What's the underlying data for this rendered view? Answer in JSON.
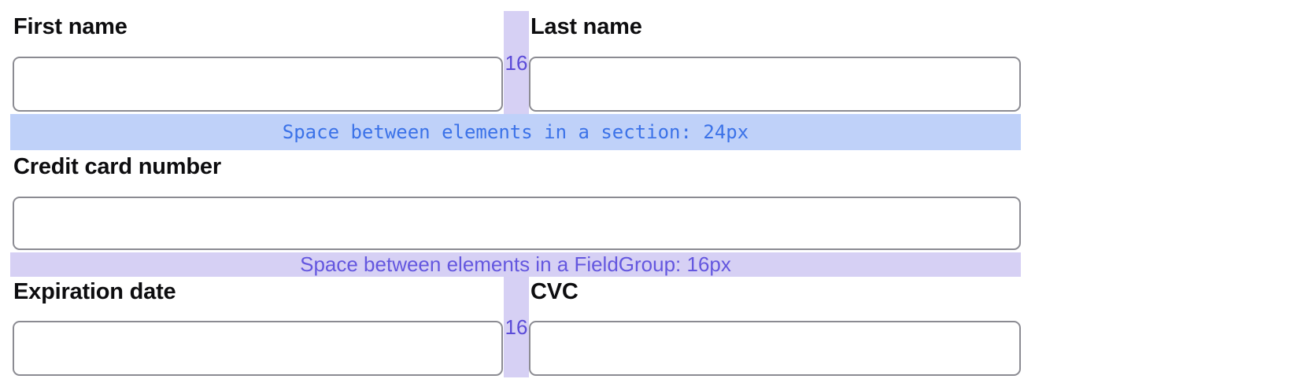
{
  "form": {
    "fields": {
      "first_name": {
        "label": "First name",
        "value": ""
      },
      "last_name": {
        "label": "Last name",
        "value": ""
      },
      "credit_card_number": {
        "label": "Credit card number",
        "value": ""
      },
      "expiration_date": {
        "label": "Expiration date",
        "value": ""
      },
      "cvc": {
        "label": "CVC",
        "value": ""
      }
    }
  },
  "annotations": {
    "section_gap_text": "Space between elements in a section: 24px",
    "fieldgroup_gap_text": "Space between elements in a FieldGroup: 16px",
    "column_gap_top": "16",
    "column_gap_bottom": "16"
  },
  "colors": {
    "blueband": "#bfd1f9",
    "blueband-text": "#3b72e8",
    "lavender": "#d6d0f4",
    "lavender-text": "#6457df",
    "gap-text": "#5b4bd8",
    "input-border": "#8b8b92"
  }
}
